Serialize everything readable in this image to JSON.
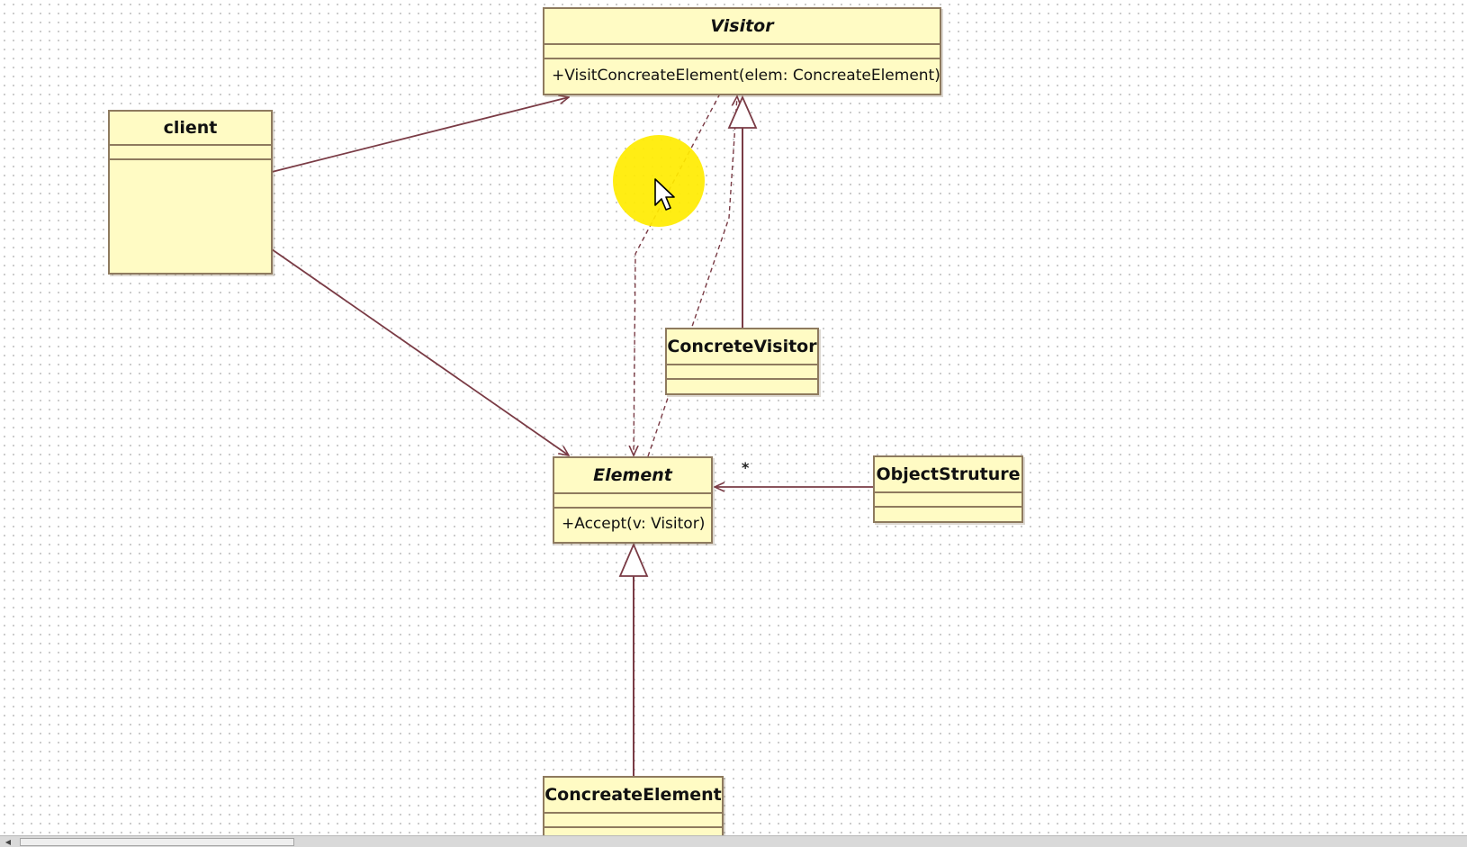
{
  "diagram": {
    "classes": [
      {
        "id": "visitor",
        "name": "Visitor",
        "abstract": true,
        "operations": [
          "+VisitConcreateElement(elem: ConcreateElement)"
        ]
      },
      {
        "id": "client",
        "name": "client",
        "abstract": false,
        "operations": []
      },
      {
        "id": "concrete-visitor",
        "name": "ConcreteVisitor",
        "abstract": false,
        "operations": []
      },
      {
        "id": "element",
        "name": "Element",
        "abstract": true,
        "operations": [
          "+Accept(v: Visitor)"
        ]
      },
      {
        "id": "object-structure",
        "name": "ObjectStruture",
        "abstract": false,
        "operations": []
      },
      {
        "id": "concreate-element",
        "name": "ConcreateElement",
        "abstract": false,
        "operations": []
      }
    ],
    "relations": [
      {
        "from": "client",
        "to": "visitor",
        "type": "association"
      },
      {
        "from": "client",
        "to": "element",
        "type": "association"
      },
      {
        "from": "concrete-visitor",
        "to": "visitor",
        "type": "generalization"
      },
      {
        "from": "concreate-element",
        "to": "element",
        "type": "generalization"
      },
      {
        "from": "object-structure",
        "to": "element",
        "type": "association",
        "multiplicity": "*"
      },
      {
        "from": "visitor",
        "to": "element",
        "type": "dependency"
      },
      {
        "from": "element",
        "to": "visitor",
        "type": "dependency"
      }
    ]
  },
  "colors": {
    "class_fill": "#fffbc4",
    "class_border": "#8e7a5e",
    "line": "#7a3b45",
    "highlight": "#ffeb00"
  },
  "icons": {
    "cursor": "mouse-pointer-icon",
    "scroll_left": "triangle-left-icon"
  }
}
